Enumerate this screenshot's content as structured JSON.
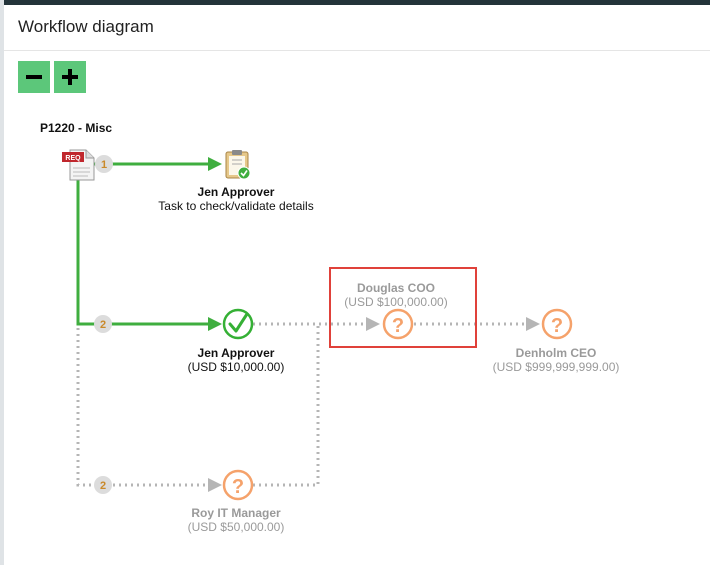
{
  "dialog": {
    "title": "Workflow diagram"
  },
  "toolbar": {
    "zoom_out_label": "zoom out",
    "zoom_in_label": "zoom in"
  },
  "workflow": {
    "request_title": "P1220 - Misc",
    "request_icon_text": "REQ",
    "step_badges": [
      "1",
      "2",
      "2"
    ],
    "nodes": [
      {
        "id": "task",
        "name": "Jen Approver",
        "detail": "Task to check/validate details",
        "status": "task"
      },
      {
        "id": "jen",
        "name": "Jen Approver",
        "detail": "(USD $10,000.00)",
        "status": "approved"
      },
      {
        "id": "douglas",
        "name": "Douglas COO",
        "detail": "(USD $100,000.00)",
        "status": "pending"
      },
      {
        "id": "denholm",
        "name": "Denholm CEO",
        "detail": "(USD $999,999,999.00)",
        "status": "pending"
      },
      {
        "id": "roy",
        "name": "Roy IT Manager",
        "detail": "(USD $50,000.00)",
        "status": "pending"
      }
    ],
    "colors": {
      "active_line": "#3fae3f",
      "pending_line": "#b5b5b5",
      "pending_icon": "#f5a26b",
      "approved_icon": "#35b035",
      "highlight": "#e0413a",
      "zoom_button": "#5cc77a"
    }
  }
}
